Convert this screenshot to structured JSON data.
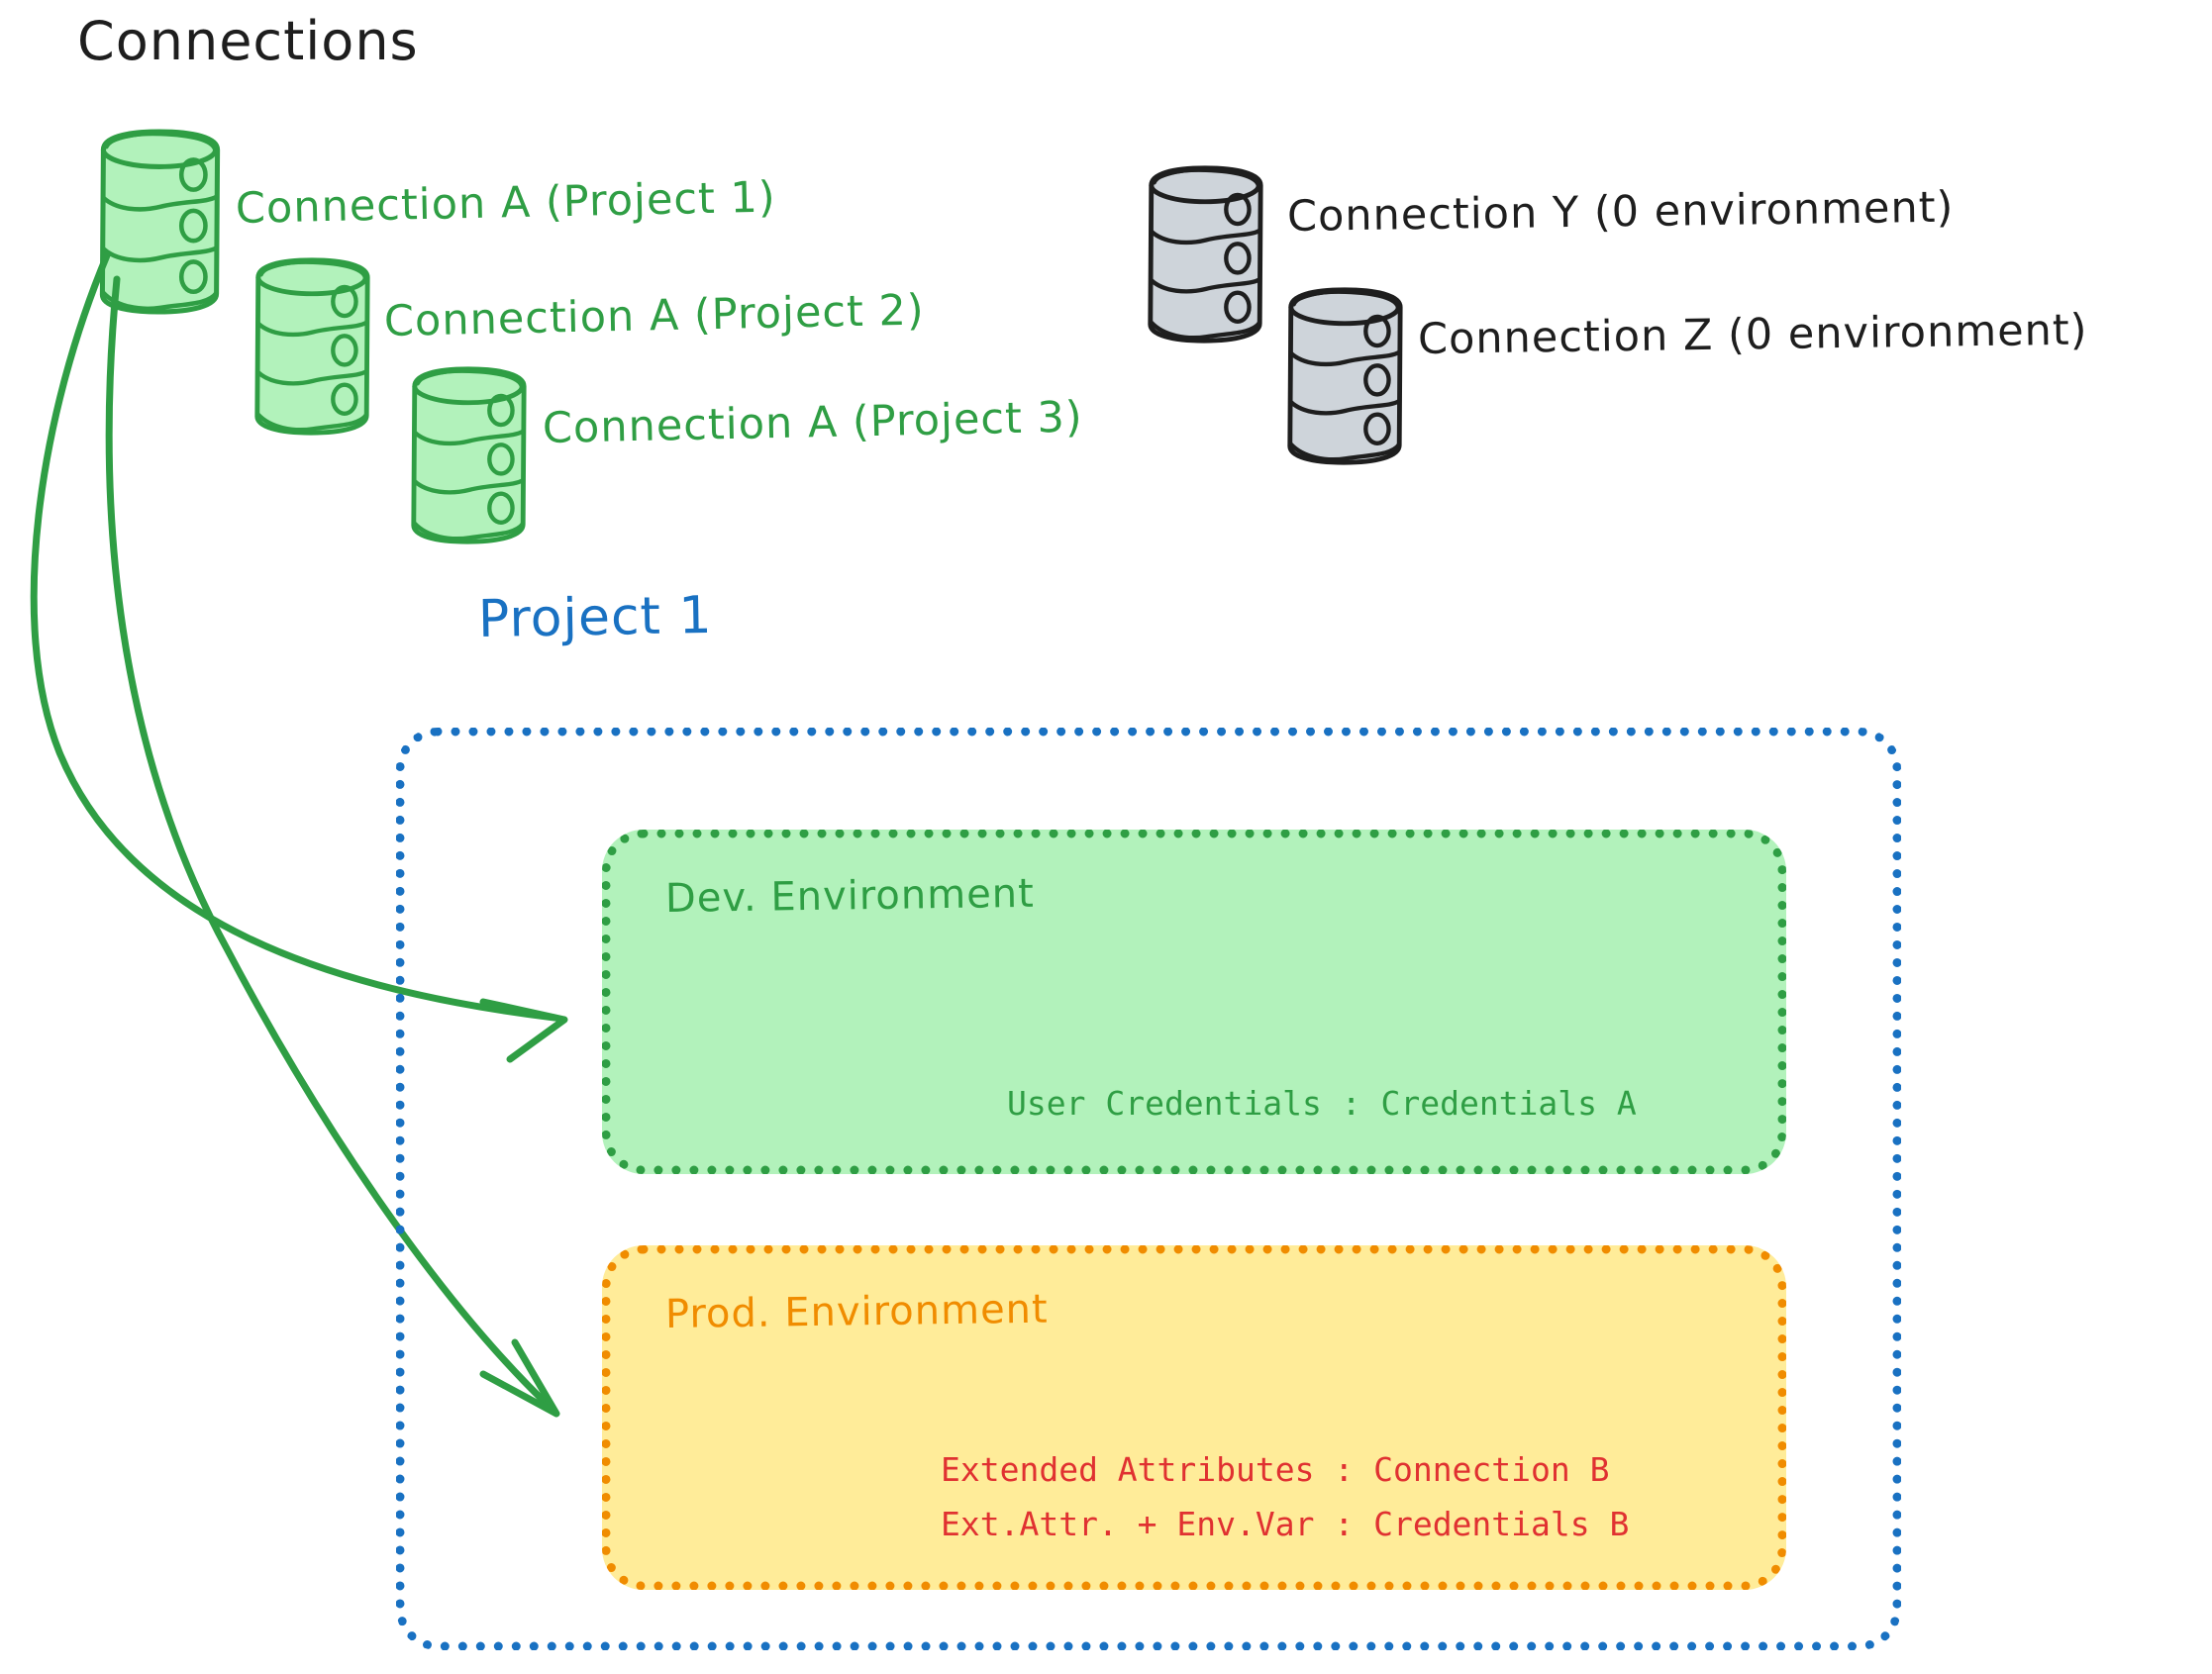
{
  "diagram": {
    "title": "Connections",
    "colors": {
      "green_stroke": "#2f9e44",
      "green_fill": "#b2f2bb",
      "grey_stroke": "#1e1e1e",
      "grey_fill": "#ced4da",
      "blue": "#1971c2",
      "orange": "#f08c00",
      "yellow_fill": "#ffec99",
      "red": "#e03131",
      "black": "#1e1e1e"
    },
    "connections_green": [
      {
        "label": "Connection A (Project 1)",
        "icon": "database-icon"
      },
      {
        "label": "Connection A (Project 2)",
        "icon": "database-icon"
      },
      {
        "label": "Connection A (Project 3)",
        "icon": "database-icon"
      }
    ],
    "connections_grey": [
      {
        "label": "Connection Y (0 environment)",
        "icon": "database-icon"
      },
      {
        "label": "Connection Z (0 environment)",
        "icon": "database-icon"
      }
    ],
    "project": {
      "title": "Project 1",
      "environments": [
        {
          "name": "Dev. Environment",
          "lines": [
            "User Credentials : Credentials A"
          ]
        },
        {
          "name": "Prod. Environment",
          "lines": [
            "Extended Attributes : Connection B",
            "Ext.Attr. + Env.Var : Credentials B"
          ]
        }
      ]
    },
    "arrows": [
      {
        "from": "Connection A (Project 1)",
        "to": "Dev. Environment"
      },
      {
        "from": "Connection A (Project 1)",
        "to": "Prod. Environment"
      }
    ]
  }
}
